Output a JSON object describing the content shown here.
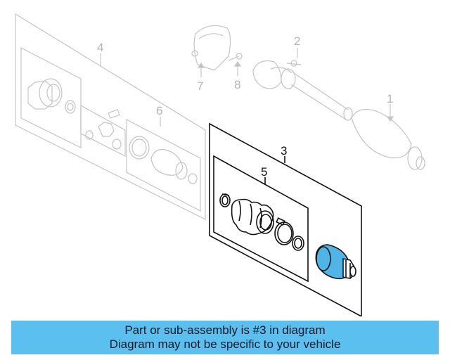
{
  "callouts": {
    "part_1": "1",
    "part_2": "2",
    "part_3": "3",
    "part_4": "4",
    "part_5": "5",
    "part_6": "6",
    "part_7": "7",
    "part_8": "8"
  },
  "banner": {
    "line1": "Part or sub-assembly is #3 in diagram",
    "line2": "Diagram may not be specific to your vehicle"
  },
  "colors": {
    "banner_bg": "#5bc0f0",
    "highlight": "#4fb4e6",
    "faded_line": "#c4c4c4",
    "dark_line": "#111111"
  }
}
